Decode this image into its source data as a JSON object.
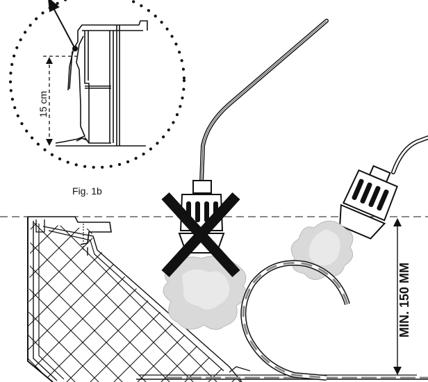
{
  "labels": {
    "detail_dimension": "15 cm",
    "figure_caption": "Fig. 1b",
    "min_distance": "MIN. 150 MM"
  },
  "colors": {
    "ink": "#111111",
    "flame_fill": "#d9d9d9",
    "flame_edge": "#b8b8b8",
    "background": "#ffffff"
  },
  "icons": {
    "prohibited_mark": "cross-icon",
    "torch_wrong": "torch-icon",
    "torch_correct": "torch-icon"
  }
}
